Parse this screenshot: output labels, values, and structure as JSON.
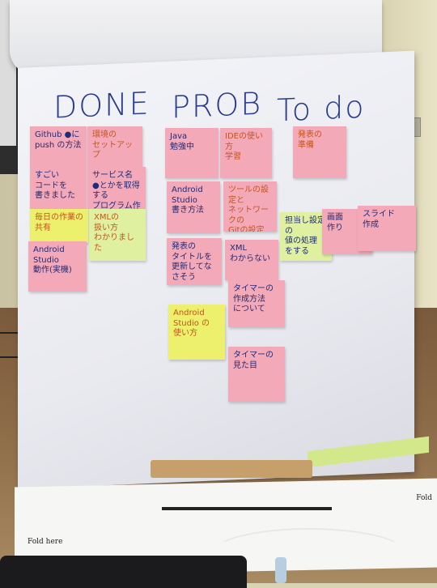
{
  "columns": {
    "done": "DONE",
    "prob": "PROB",
    "todo": "To do"
  },
  "notes": {
    "github": "Github ●に\npush の方法",
    "kankyo": "環境の\nセットアップ",
    "sugoi": "すごい\nコードを\n書きました",
    "service": "サービス名\n●とかを取得する\nプログラム作成",
    "mainichi": "毎日の作業の\n共有",
    "xml_parse": "XMLの\n扱い方\nわかりました",
    "android_run": "Android\nStudio\n動作(実機)",
    "java": "Java\n勉強中",
    "ide": "IDEの使い方\n学習",
    "android_write": "Android\nStudio\n書き方法",
    "tool": "ツールの設定と\nネットワークの\nGitの設定を\n改善したい",
    "presen_title": "発表の\nタイトルを\n更新してなさそう",
    "xml_unknown": "XML\nわからない",
    "tumbler": "タイマーの\n作成方法\nについて",
    "android_use": "Android\nStudio の\n使い方",
    "timer": "タイマーの\n見た目",
    "presen_prep": "発表の\n準備",
    "sekkei": "担当し設定の\n値の処理\nをする",
    "gamen": "画面\n作り",
    "slide": "スライド\n作成"
  },
  "footer": {
    "fold_here": "Fold here",
    "fold_right": "Fold"
  }
}
